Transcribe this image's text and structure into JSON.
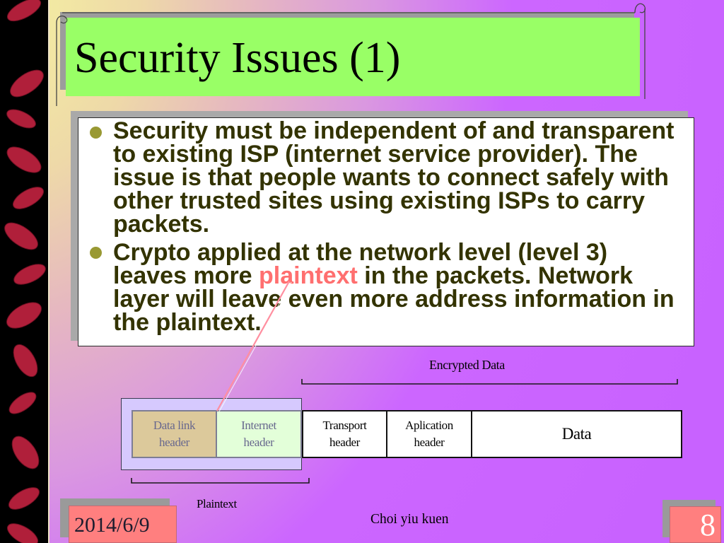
{
  "colors": {
    "title_background": "#99ff66",
    "bullet": "#999933",
    "body_text": "#333300",
    "highlight_text": "#ff6f6f",
    "footer_box": "#ff7f7f",
    "plaintext_region": "#d6c9fe",
    "data_link_cell": "#dcc99b",
    "internet_cell": "#e3ffd9",
    "petal": "#b01f3a"
  },
  "slide": {
    "title": "Security Issues (1)",
    "bullets": [
      {
        "lines": [
          [
            "Security must be independent of and transparent"
          ],
          [
            "to existing ISP (internet service provider). The"
          ],
          [
            "issue is that people wants to connect safely with"
          ],
          [
            "other trusted sites using existing ISPs to carry"
          ],
          [
            "packets."
          ]
        ]
      },
      {
        "lines": [
          [
            "Crypto applied at the network level (level 3)"
          ],
          [
            "leaves more ",
            "plaintext",
            " in the packets. Network"
          ],
          [
            "layer will leave even more address information in"
          ],
          [
            "the plaintext."
          ]
        ]
      }
    ]
  },
  "packet_diagram": {
    "encrypted_label": "Encrypted Data",
    "plaintext_label": "Plaintext",
    "cells": [
      {
        "label": "Data link header"
      },
      {
        "label": "Internet header"
      },
      {
        "label": "Transport header"
      },
      {
        "label": "Aplication header"
      },
      {
        "label": "Data"
      }
    ]
  },
  "footer": {
    "date": "2014/6/9",
    "author": "Choi yiu kuen",
    "slide_number": "8"
  }
}
